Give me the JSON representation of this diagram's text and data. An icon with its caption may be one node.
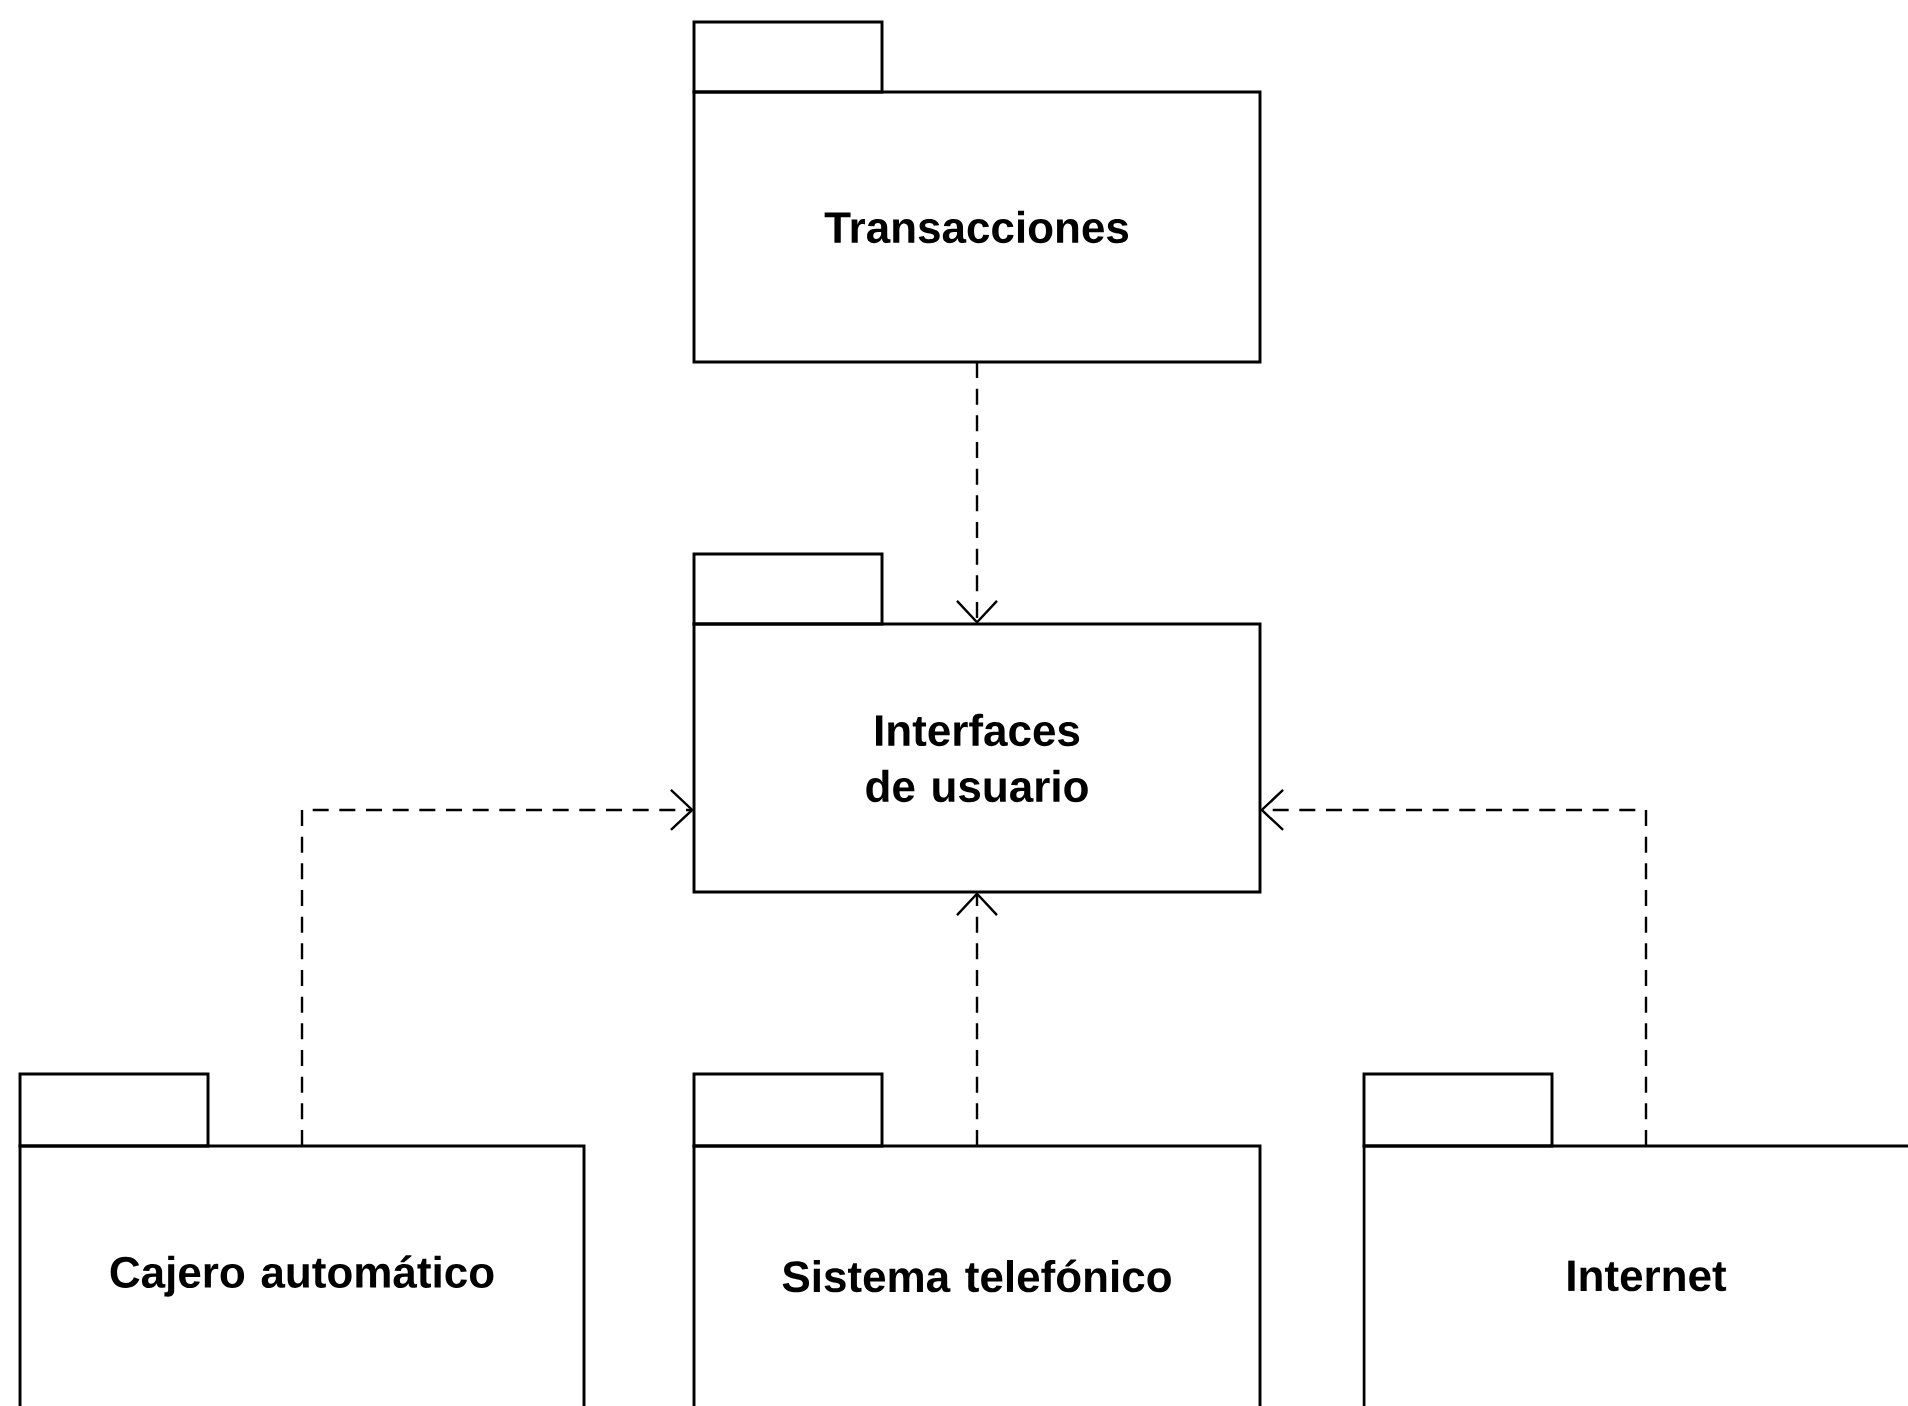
{
  "diagram": {
    "nodes": [
      {
        "text": [
          "Transacciones"
        ]
      },
      {
        "text": [
          "Interfaces de usuario"
        ]
      },
      {
        "text": [
          "Cajero automático"
        ]
      },
      {
        "text": [
          "Sistema telefónico"
        ]
      },
      {
        "text": [
          "Internet"
        ]
      }
    ],
    "edges": [
      {
        "from": 0,
        "to": 1,
        "arrow": "to",
        "style": "dashed"
      },
      {
        "from": 2,
        "to": 1,
        "arrow": "to",
        "style": "dashed"
      },
      {
        "from": 3,
        "to": 1,
        "arrow": "to",
        "style": "dashed"
      },
      {
        "from": 4,
        "to": 1,
        "arrow": "to",
        "style": "dashed"
      }
    ]
  }
}
